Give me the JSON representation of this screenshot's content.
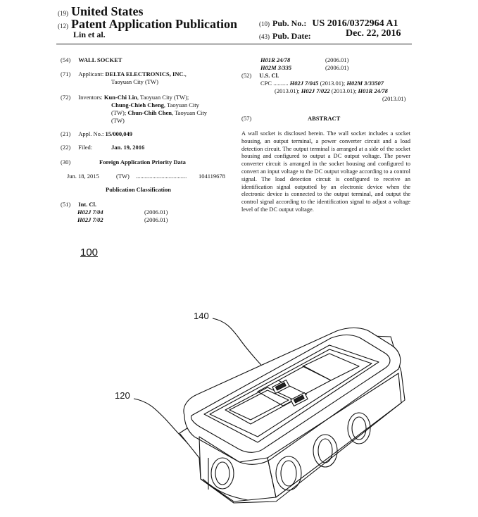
{
  "header": {
    "code19": "(19)",
    "country": "United States",
    "code12": "(12)",
    "pub_type": "Patent Application Publication",
    "inventor_short": "Lin et al.",
    "code10": "(10)",
    "pub_no_label": "Pub. No.:",
    "pub_no": "US 2016/0372964 A1",
    "code43": "(43)",
    "pub_date_label": "Pub. Date:",
    "pub_date": "Dec. 22, 2016"
  },
  "left": {
    "t54": {
      "code": "(54)",
      "text": "WALL SOCKET"
    },
    "t71": {
      "code": "(71)",
      "label": "Applicant:",
      "name": "DELTA ELECTRONICS, INC.",
      "loc": ",",
      "loc2": "Taoyuan City (TW)"
    },
    "t72": {
      "code": "(72)",
      "label": "Inventors:",
      "n1": "Kun-Chi Lin",
      "l1": ", Taoyuan City (TW);",
      "n2": "Chung-Chieh Cheng",
      "l2": ", Taoyuan City",
      "l3": "(TW);",
      "n3": "Chun-Chih Chen",
      "l4": ", Taoyuan City",
      "l5": "(TW)"
    },
    "t21": {
      "code": "(21)",
      "label": "Appl. No.:",
      "value": "15/000,049"
    },
    "t22": {
      "code": "(22)",
      "label": "Filed:",
      "value": "Jan. 19, 2016"
    },
    "t30": {
      "code": "(30)",
      "title": "Foreign Application Priority Data"
    },
    "priority": {
      "date": "Jun. 18, 2015",
      "country": "(TW)",
      "dots": "..................................",
      "number": "104119678"
    },
    "pubclass": "Publication Classification",
    "t51": {
      "code": "(51)",
      "label": "Int. Cl.",
      "c1": "H02J 7/04",
      "v1": "(2006.01)",
      "c2": "H02J 7/02",
      "v2": "(2006.01)"
    }
  },
  "right": {
    "c3": "H01R 24/78",
    "v3": "(2006.01)",
    "c4": "H02M 3/335",
    "v4": "(2006.01)",
    "t52": {
      "code": "(52)",
      "label": "U.S. Cl."
    },
    "cpc_label": "CPC",
    "cpc_dots": "..........",
    "cpc1": "H02J 7/045",
    "cpc1v": "(2013.01);",
    "cpc2": "H02M 3/33507",
    "cpc2v": "(2013.01);",
    "cpc3": "H02J 7/022",
    "cpc3v": "(2013.01);",
    "cpc4": "H01R 24/78",
    "cpc5v": "(2013.01)",
    "t57": {
      "code": "(57)",
      "title": "ABSTRACT"
    },
    "abstract": "A wall socket is disclosed herein. The wall socket includes a socket housing, an output terminal, a power converter circuit and a load detection circuit. The output terminal is arranged at a side of the socket housing and configured to output a DC output voltage. The power converter circuit is arranged in the socket housing and configured to convert an input voltage to the DC output voltage according to a control signal. The load detection circuit is configured to receive an identification signal outputted by an electronic device when the electronic device is connected to the output terminal, and output the control signal according to the identification signal to adjust a voltage level of the DC output voltage."
  },
  "figure": {
    "ref100": "100",
    "ref140": "140",
    "ref120": "120"
  }
}
